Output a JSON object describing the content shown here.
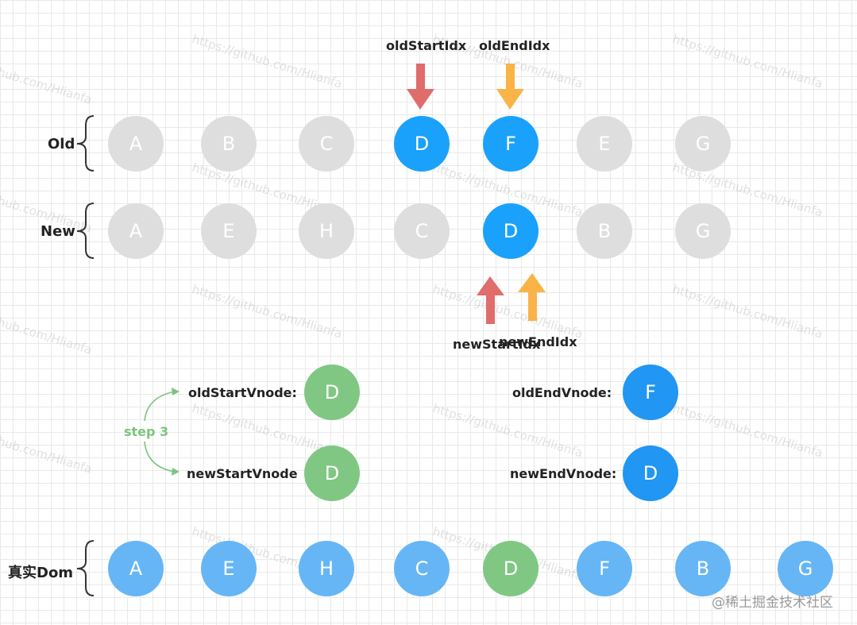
{
  "watermark": "https://github.com/Hlianfa",
  "pointers": {
    "old_start_idx": "oldStartIdx",
    "old_end_idx": "oldEndIdx",
    "new_start_idx": "newStartIdx",
    "new_end_idx": "newEndIdx"
  },
  "rows": {
    "old": {
      "label": "Old",
      "nodes": [
        "A",
        "B",
        "C",
        "D",
        "F",
        "E",
        "G"
      ]
    },
    "new": {
      "label": "New",
      "nodes": [
        "A",
        "E",
        "H",
        "C",
        "D",
        "B",
        "G"
      ]
    },
    "dom": {
      "label": "真实Dom",
      "nodes": [
        "A",
        "E",
        "H",
        "C",
        "D",
        "F",
        "B",
        "G"
      ]
    }
  },
  "compare": {
    "old_start_vnode_label": "oldStartVnode:",
    "old_start_vnode_value": "D",
    "new_start_vnode_label": "newStartVnode",
    "new_start_vnode_value": "D",
    "old_end_vnode_label": "oldEndVnode:",
    "old_end_vnode_value": "F",
    "new_end_vnode_label": "newEndVnode:",
    "new_end_vnode_value": "D",
    "step_label": "step 3"
  },
  "credit": "@稀土掘金技术社区",
  "colors": {
    "inactive": "#dedede",
    "active": "#1aa1fb",
    "moved": "#80c784",
    "dom_node": "#66b6f6",
    "start_arrow": "#e06c6c",
    "end_arrow": "#f9b347"
  }
}
